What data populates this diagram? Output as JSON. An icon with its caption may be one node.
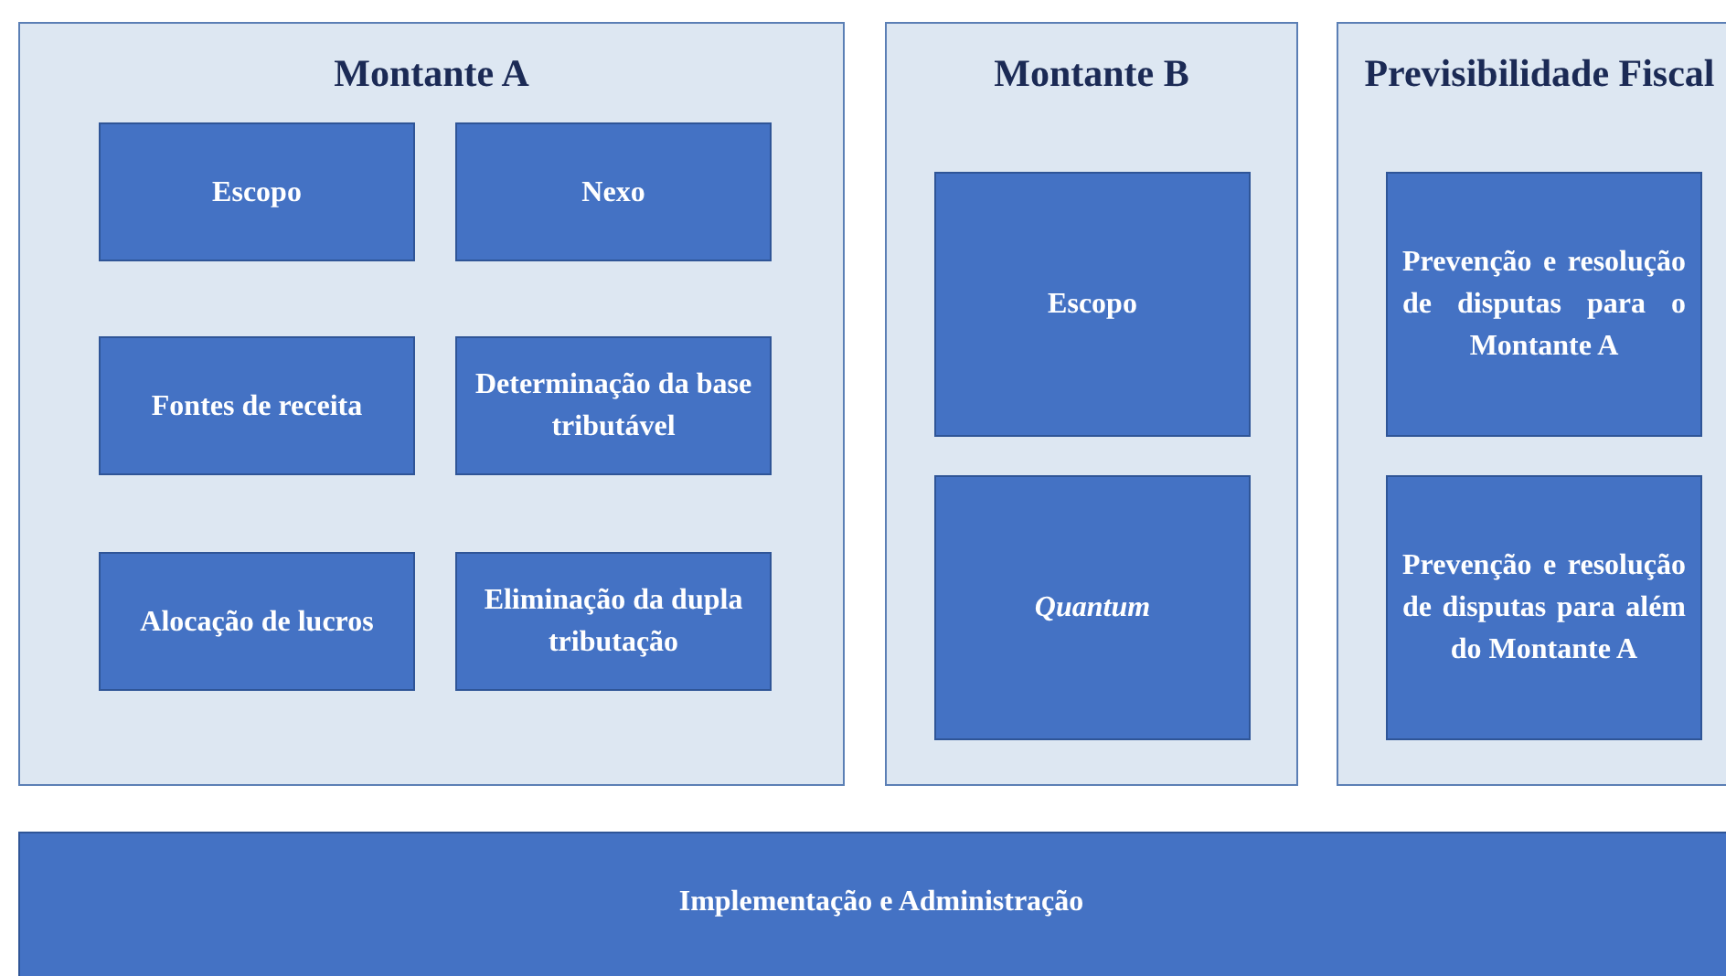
{
  "diagram": {
    "nodes": [
      {
        "text": [
          "Montante A"
        ]
      },
      {
        "text": [
          "Escopo"
        ],
        "in": 0
      },
      {
        "text": [
          "Nexo"
        ],
        "in": 0
      },
      {
        "text": [
          "Fontes de receita"
        ],
        "in": 0
      },
      {
        "text": [
          "Determinação da base tributável"
        ],
        "in": 0
      },
      {
        "text": [
          "Alocação de lucros"
        ],
        "in": 0
      },
      {
        "text": [
          "Eliminação da dupla tributação"
        ],
        "in": 0
      },
      {
        "text": [
          "Montante B"
        ]
      },
      {
        "text": [
          "Escopo"
        ],
        "in": 7
      },
      {
        "text": [
          "Quantum"
        ],
        "in": 7
      },
      {
        "text": [
          "Previsibilidade Fiscal"
        ]
      },
      {
        "text": [
          "Prevenção e resolução de disputas para o Montante A"
        ],
        "in": 10
      },
      {
        "text": [
          "Prevenção e resolução de disputas para além do Montante A"
        ],
        "in": 10
      },
      {
        "text": [
          "Implementação e Administração"
        ]
      }
    ]
  }
}
